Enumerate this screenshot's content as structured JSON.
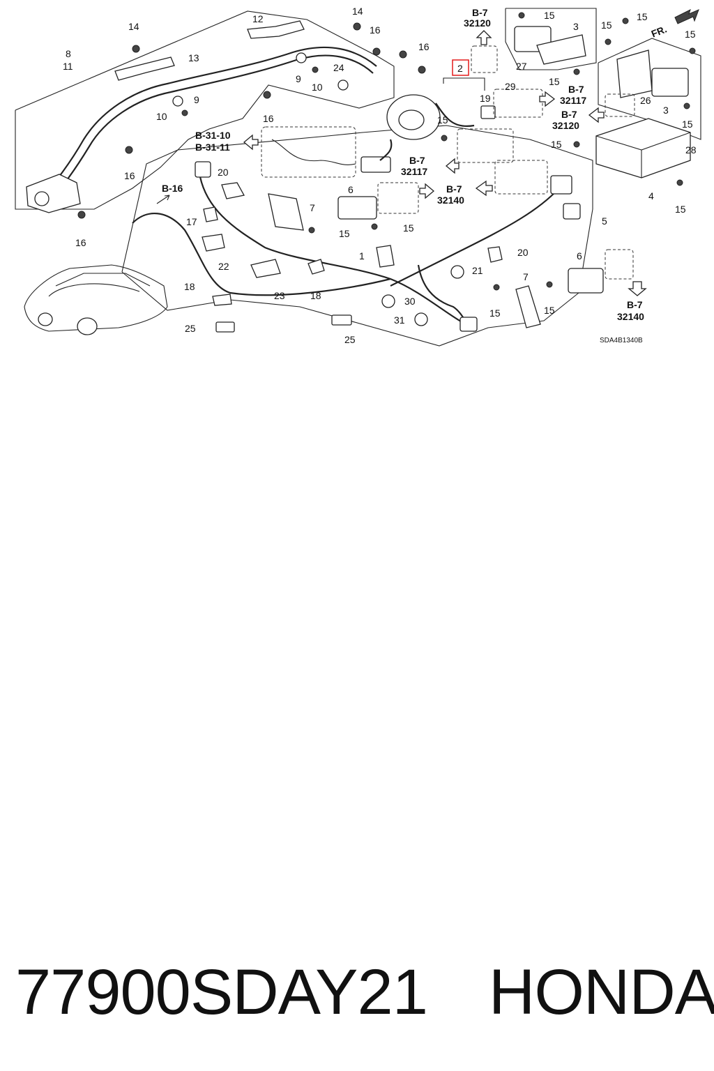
{
  "caption": {
    "part_number": "77900SDAY21",
    "brand": "HONDA"
  },
  "diagram": {
    "code": "SDA4B1340B",
    "direction": "FR.",
    "highlighted_callout": "2",
    "refs": {
      "b7_32120_top": [
        "B-7",
        "32120"
      ],
      "b7_32117_right": [
        "B-7",
        "32117"
      ],
      "b7_32120_right": [
        "B-7",
        "32120"
      ],
      "b7_32117_mid": [
        "B-7",
        "32117"
      ],
      "b7_32140_mid": [
        "B-7",
        "32140"
      ],
      "b7_32140_bottom": [
        "B-7",
        "32140"
      ],
      "b31": [
        "B-31-10",
        "B-31-11"
      ],
      "b16": "B-16"
    },
    "callouts": {
      "c14a": "14",
      "c12": "12",
      "c16a": "16",
      "c14b": "14",
      "c16b": "16",
      "c8": "8",
      "c11": "11",
      "c13": "13",
      "c9a": "9",
      "c10a": "10",
      "c24": "24",
      "c9b": "9",
      "c10b": "10",
      "c16c": "16",
      "c16d": "16",
      "c16e": "16",
      "c15a": "15",
      "c3a": "3",
      "c27": "27",
      "c15b": "15",
      "c29": "29",
      "c15c": "15",
      "c15d": "15",
      "c15e": "15",
      "c26": "26",
      "c3b": "3",
      "c15f": "15",
      "c28": "28",
      "c19": "19",
      "c15g": "15",
      "c15h": "15",
      "c4": "4",
      "c15i": "15",
      "c20a": "20",
      "c6a": "6",
      "c7a": "7",
      "c15j": "15",
      "c15k": "15",
      "c17": "17",
      "c22": "22",
      "c5": "5",
      "c1": "1",
      "c20b": "20",
      "c21": "21",
      "c6b": "6",
      "c7b": "7",
      "c23": "23",
      "c18a": "18",
      "c18b": "18",
      "c15l": "15",
      "c15m": "15",
      "c30": "30",
      "c31": "31",
      "c25a": "25",
      "c25b": "25"
    }
  }
}
